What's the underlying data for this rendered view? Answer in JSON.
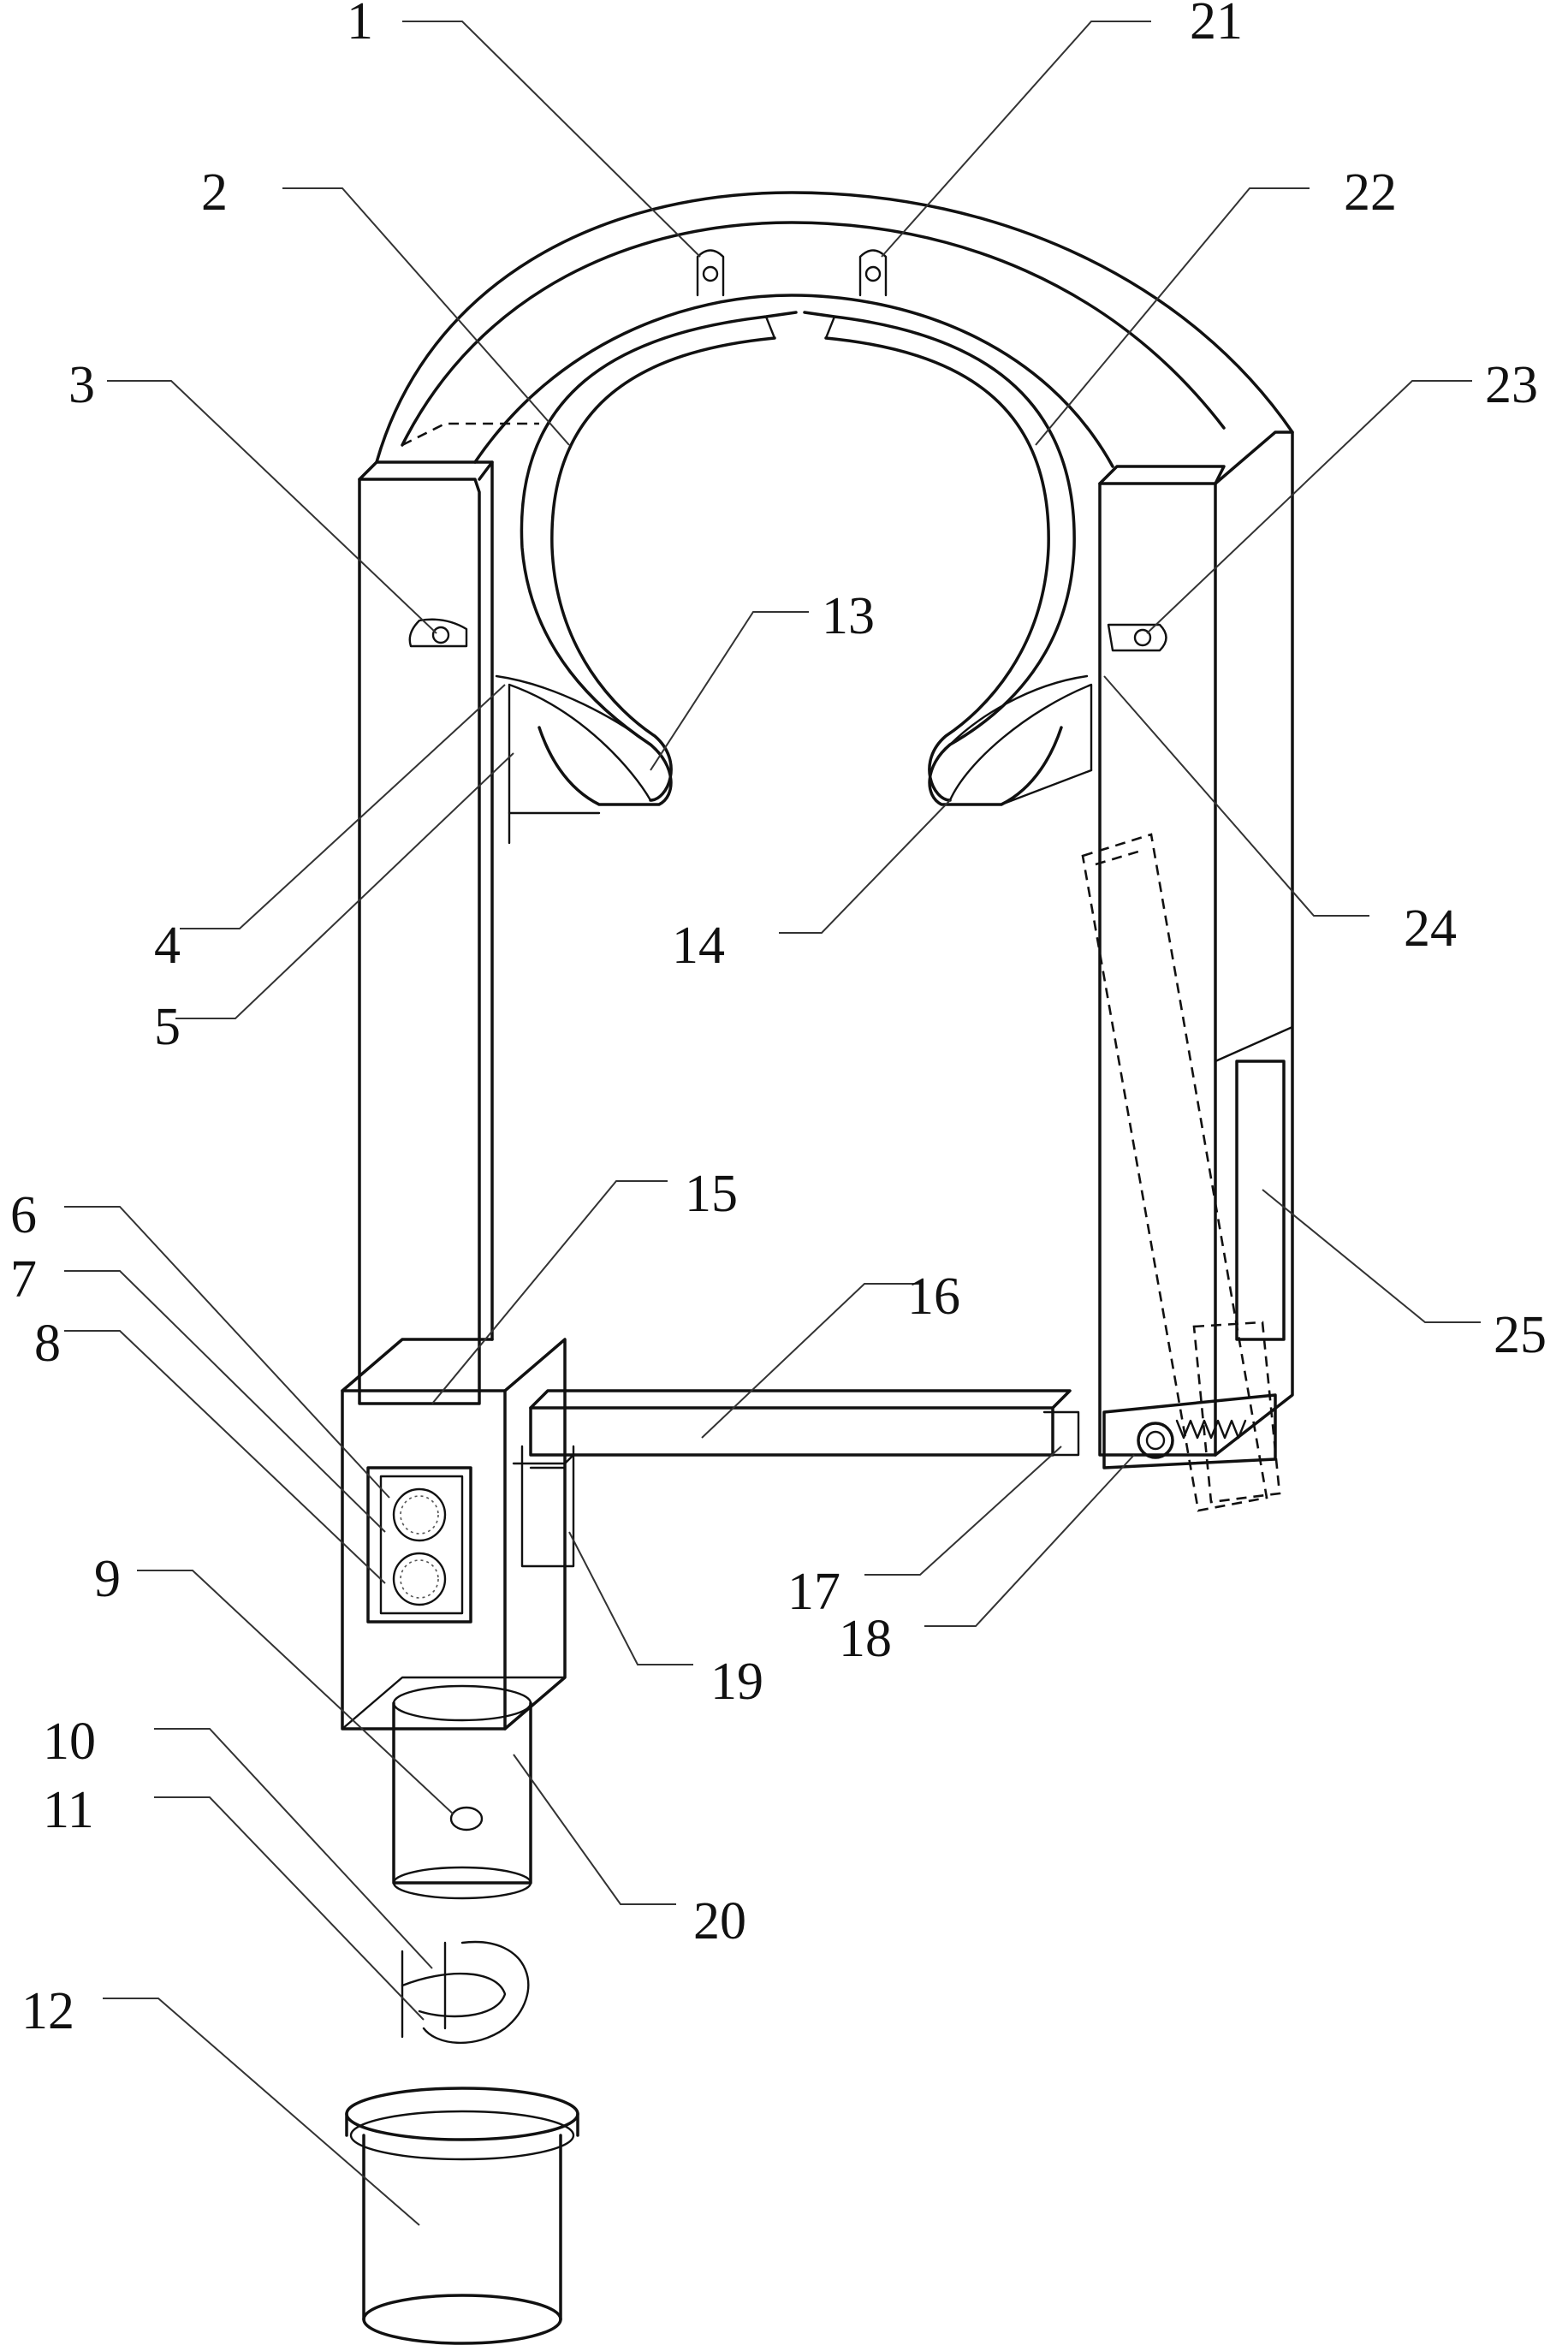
{
  "figure": {
    "labels": {
      "l1": "1",
      "l2": "2",
      "l3": "3",
      "l4": "4",
      "l5": "5",
      "l6": "6",
      "l7": "7",
      "l8": "8",
      "l9": "9",
      "l10": "10",
      "l11": "11",
      "l12": "12",
      "l13": "13",
      "l14": "14",
      "l15": "15",
      "l16": "16",
      "l17": "17",
      "l18": "18",
      "l19": "19",
      "l20": "20",
      "l21": "21",
      "l22": "22",
      "l23": "23",
      "l24": "24",
      "l25": "25"
    },
    "colors": {
      "line": "#111111",
      "background": "#ffffff"
    }
  }
}
